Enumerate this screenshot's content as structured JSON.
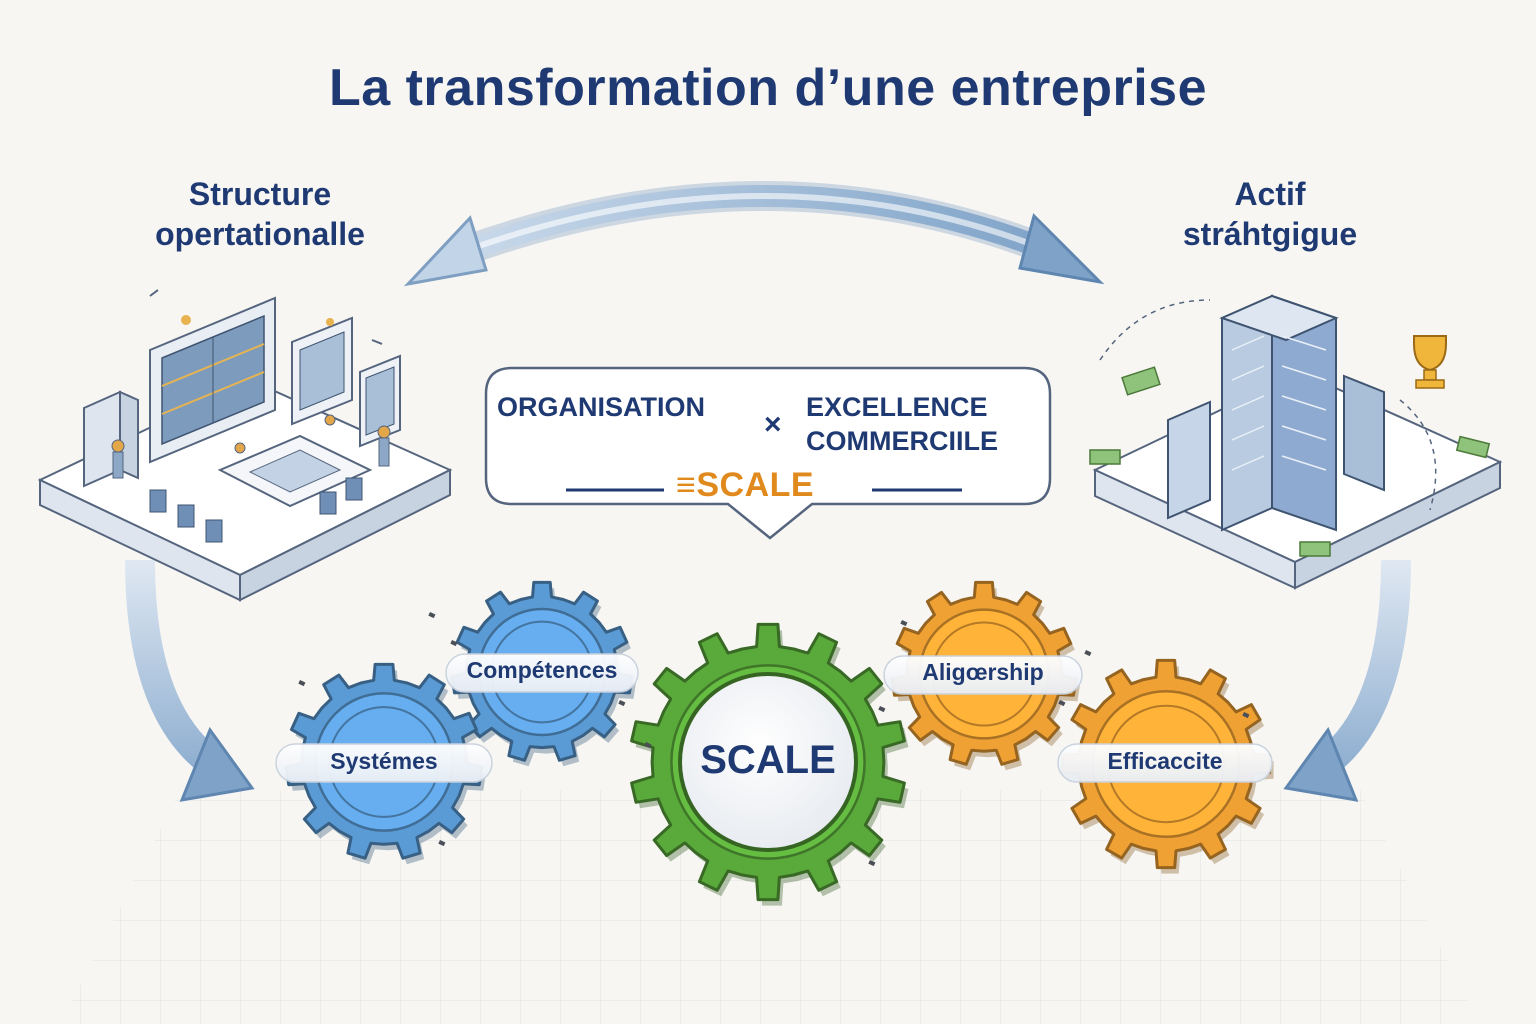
{
  "title": "La transformation d’une entreprise",
  "left_label": {
    "line1": "Structure",
    "line2": "opertationalle"
  },
  "right_label": {
    "line1": "Actif",
    "line2": "stráhtgigue"
  },
  "formula": {
    "term1": "ORGANISATION",
    "operator": "×",
    "term2_line1": "EXCELLENCE",
    "term2_line2": "COMMERCIILE",
    "result": "≡SCALE"
  },
  "gears": [
    {
      "id": "systemes",
      "label": "Systémes",
      "color": "#5b9bd5"
    },
    {
      "id": "competences",
      "label": "Compétences",
      "color": "#5b9bd5"
    },
    {
      "id": "scale",
      "label": "SCALE",
      "color": "#5aa93b"
    },
    {
      "id": "aligoership",
      "label": "Aligœrship",
      "color": "#f0a133"
    },
    {
      "id": "efficaccite",
      "label": "Efficaccite",
      "color": "#f0a133"
    }
  ],
  "colors": {
    "title": "#1f3a73",
    "accent_orange": "#e08a1e",
    "arrow_blue": "#9fbcd9",
    "gear_blue": "#5b9bd5",
    "gear_green": "#5aa93b",
    "gear_orange": "#f0a133"
  }
}
